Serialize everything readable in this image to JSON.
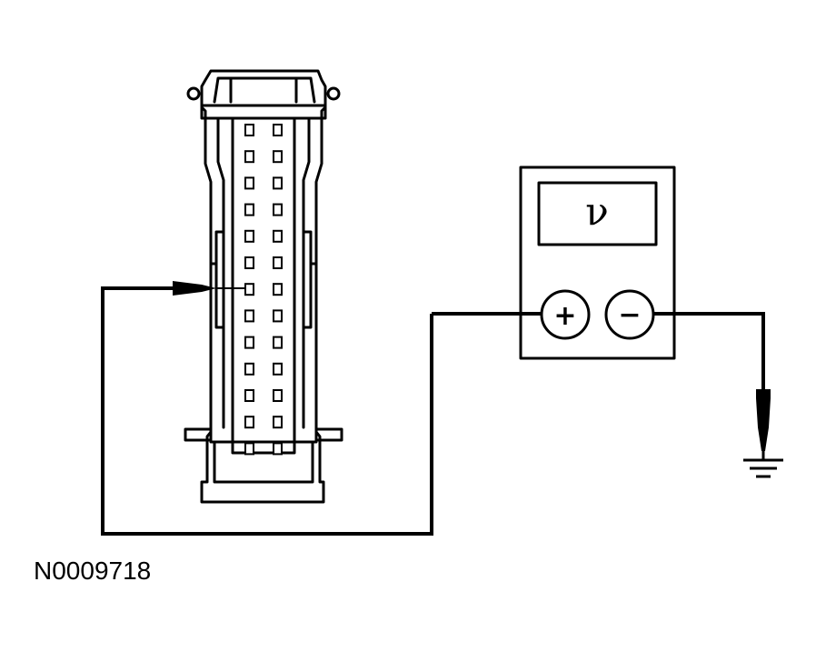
{
  "figure": {
    "id": "N0009718"
  },
  "meter": {
    "display_symbol": "ν",
    "positive_terminal": "+",
    "negative_terminal": "−"
  },
  "connector": {
    "pin_rows": 13,
    "pin_columns": 2
  },
  "colors": {
    "line": "#000000",
    "background": "#ffffff"
  }
}
